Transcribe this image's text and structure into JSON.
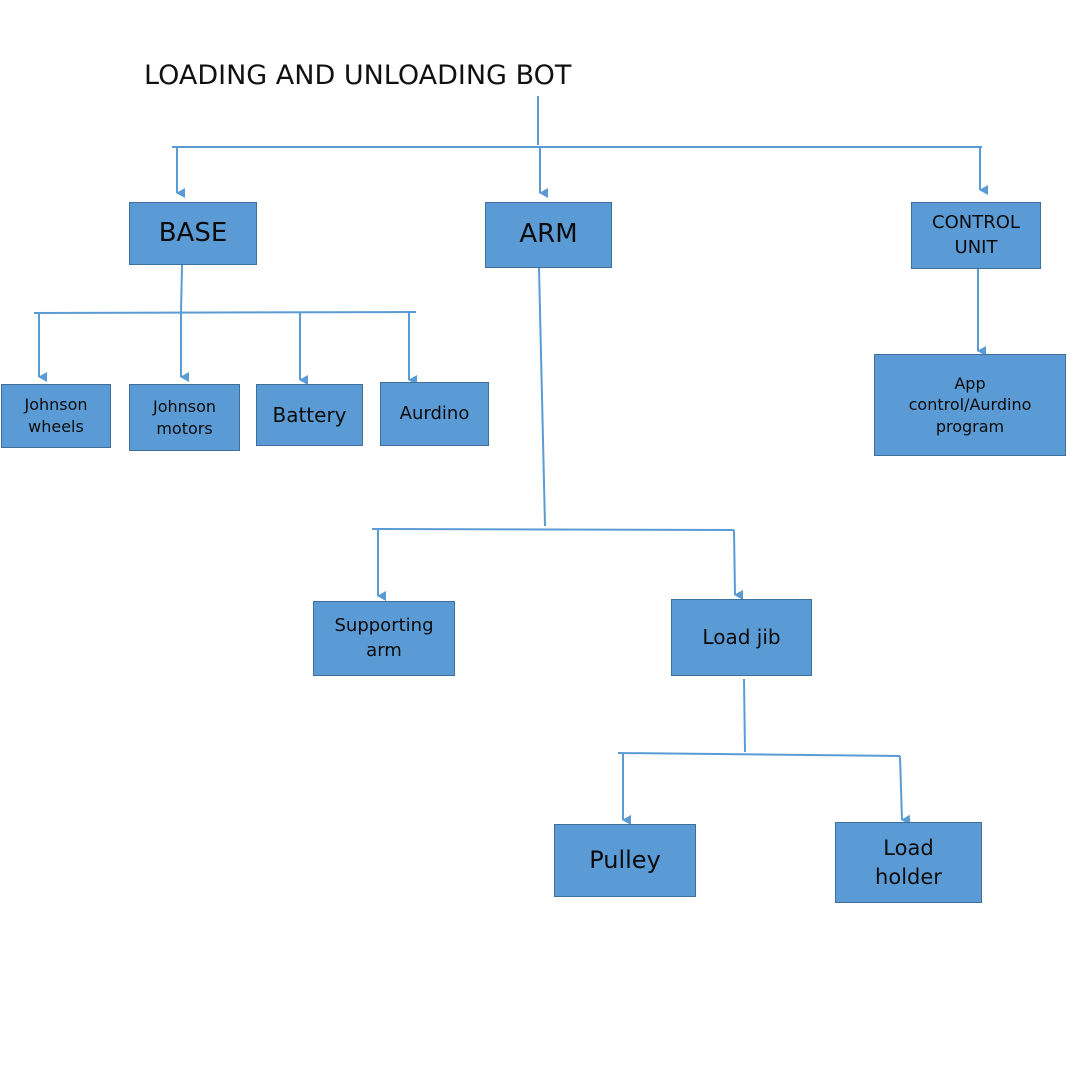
{
  "title": "LOADING AND UNLOADING BOT",
  "nodes": {
    "base": "BASE",
    "arm": "ARM",
    "control_unit": "CONTROL\nUNIT",
    "johnson_wheels": "Johnson\nwheels",
    "johnson_motors": "Johnson\nmotors",
    "battery": "Battery",
    "aurdino": "Aurdino",
    "app_control": "App\ncontrol/Aurdino\nprogram",
    "supporting_arm": "Supporting\narm",
    "load_jib": "Load jib",
    "pulley": "Pulley",
    "load_holder": "Load\nholder"
  },
  "colors": {
    "box_fill": "#5b9bd5",
    "box_border": "#3f6f9b",
    "line": "#5b9bd5"
  }
}
